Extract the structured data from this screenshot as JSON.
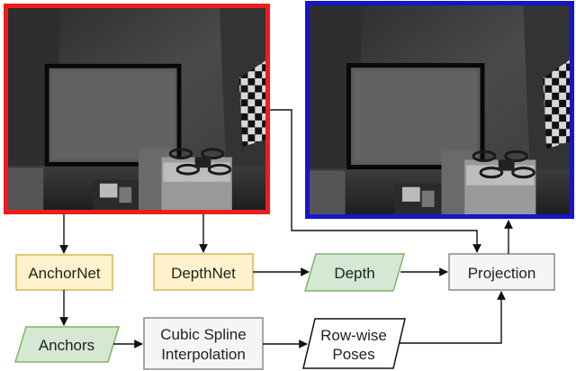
{
  "nodes": {
    "anchornet": "AnchorNet",
    "depthnet": "DepthNet",
    "depth": "Depth",
    "projection": "Projection",
    "anchors": "Anchors",
    "cubic_spline_line1": "Cubic Spline",
    "cubic_spline_line2": "Interpolation",
    "row_wise_line1": "Row-wise",
    "row_wise_line2": "Poses"
  },
  "colors": {
    "left_frame_border": "#ee1c1c",
    "right_frame_border": "#1515cc",
    "network_fill": "#fff2cc",
    "network_stroke": "#d6b656",
    "data_fill": "#d5e8d4",
    "data_stroke": "#82b366",
    "process_fill": "#f5f5f5",
    "process_stroke": "#8a8a8a",
    "poses_fill": "#ffffff",
    "poses_stroke": "#111111",
    "arrow": "#111111"
  },
  "icons": {
    "left_frame_image": "camera-frame-photo",
    "right_frame_image": "camera-frame-photo"
  }
}
